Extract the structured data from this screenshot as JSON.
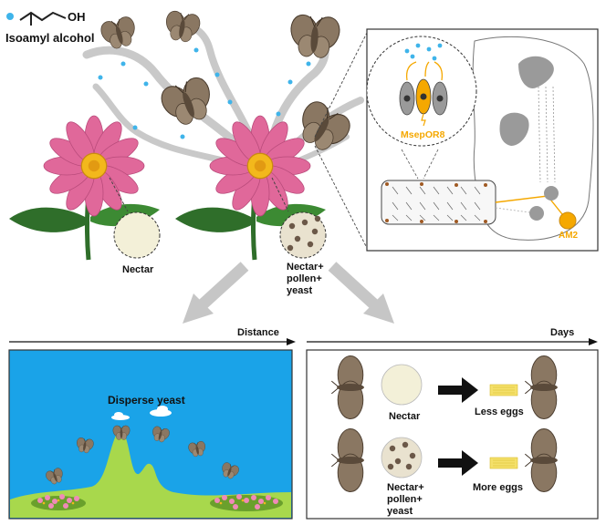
{
  "top_left": {
    "molecule_label": "OH",
    "compound_name": "Isoamyl alcohol"
  },
  "flowers": {
    "left_label": "Nectar",
    "right_label_lines": [
      "Nectar+",
      "pollen+",
      "yeast"
    ]
  },
  "brain_panel": {
    "receptor_label": "MsepOR8",
    "lobe_label": "AM2"
  },
  "left_panel": {
    "axis_label": "Distance",
    "scene_label": "Disperse yeast"
  },
  "right_panel": {
    "axis_label": "Days",
    "rows": [
      {
        "condition_lines": [
          "Nectar"
        ],
        "result_label": "Less eggs"
      },
      {
        "condition_lines": [
          "Nectar+",
          "pollen+",
          "yeast"
        ],
        "result_label": "More eggs"
      }
    ]
  },
  "colors": {
    "sky": "#1aa3e8",
    "hill": "#a8d84c",
    "petal": "#e0689a",
    "accent_orange": "#f5a800",
    "odor_dot": "#3fb4ea"
  }
}
